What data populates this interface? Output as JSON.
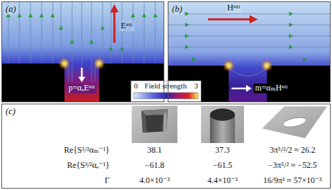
{
  "diagram": {
    "nodes": [
      {
        "text": [
          "(a)"
        ]
      },
      {
        "text": [
          "(b)"
        ]
      },
      {
        "text": [
          "(c)"
        ]
      }
    ],
    "labels": [
      "Eᵉˣᵗ",
      "p=αₑEᵉˣᵗ",
      "Field strength",
      "0",
      "3",
      "Hᵉˣᵗ",
      "m=αₘHᵉˣᵗ",
      "Re{S³/²αₘ⁻¹}",
      "38.1",
      "37.3",
      "3π⁵/²/2 ≈ 26.2",
      "Re{S³/²αₑ⁻¹}",
      "−61.8",
      "−61.5",
      "−3π⁵/² ≈ −52.5",
      "Γ",
      "4.0×10⁻³",
      "4.4×10⁻³",
      "16/9π³ ≈ 57×10⁻³"
    ]
  }
}
